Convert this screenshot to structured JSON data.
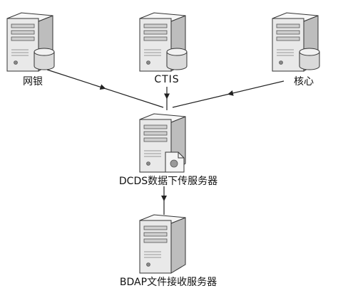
{
  "diagram": {
    "nodes": [
      {
        "id": "wangyin",
        "label": "网银",
        "has_db": true,
        "has_doc": false
      },
      {
        "id": "ctis",
        "label": "CTIS",
        "has_db": true,
        "has_doc": false
      },
      {
        "id": "hexin",
        "label": "核心",
        "has_db": true,
        "has_doc": false
      },
      {
        "id": "dcds",
        "label": "DCDS数据下传服务器",
        "has_db": false,
        "has_doc": true
      },
      {
        "id": "bdap",
        "label": "BDAP文件接收服务器",
        "has_db": false,
        "has_doc": false
      }
    ],
    "edges": [
      {
        "from": "wangyin",
        "to": "dcds"
      },
      {
        "from": "ctis",
        "to": "dcds"
      },
      {
        "from": "hexin",
        "to": "dcds"
      },
      {
        "from": "dcds",
        "to": "bdap"
      }
    ],
    "colors": {
      "line": "#222222",
      "server_front": "#e9e9e9",
      "server_side": "#bdbdbd",
      "server_top": "#f7f7f7",
      "outline": "#333333",
      "database": "#dadada"
    }
  }
}
